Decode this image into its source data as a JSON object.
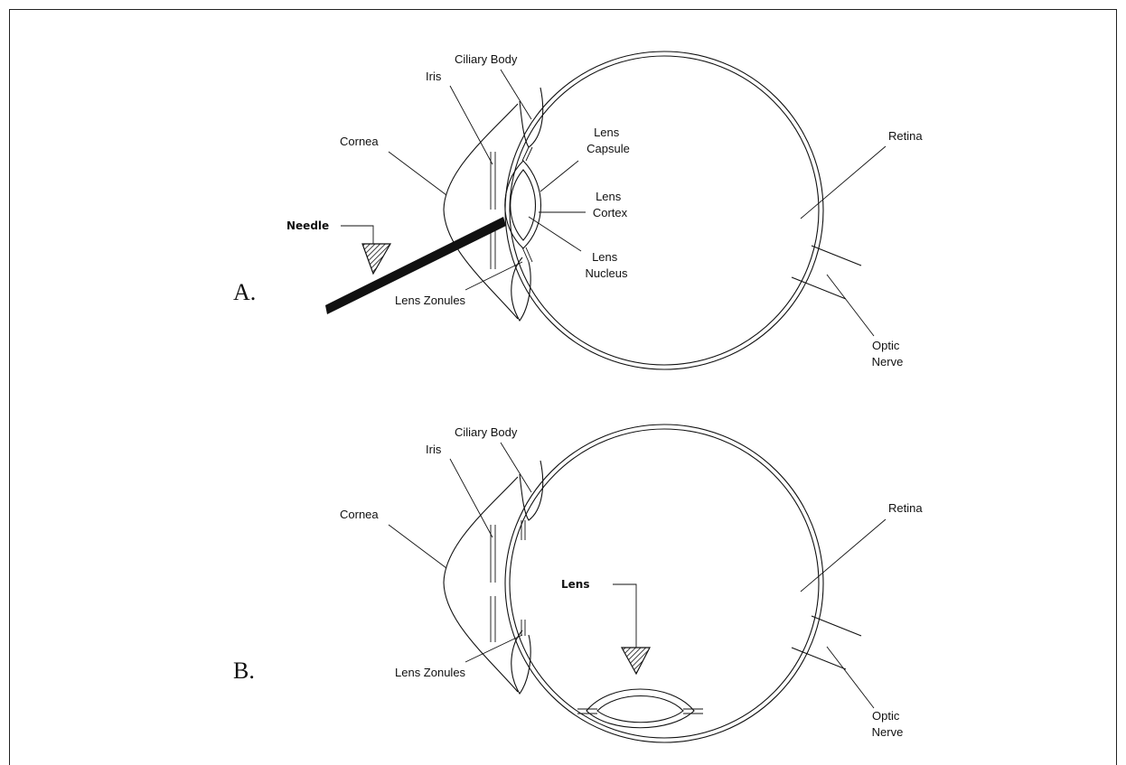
{
  "diagram": {
    "panels": [
      {
        "id": "A",
        "panel_label": "A.",
        "labels": {
          "ciliary_body": "Ciliary Body",
          "iris": "Iris",
          "cornea": "Cornea",
          "lens_capsule": [
            "Lens",
            "Capsule"
          ],
          "lens_cortex": [
            "Lens",
            "Cortex"
          ],
          "lens_nucleus": [
            "Lens",
            "Nucleus"
          ],
          "lens_zonules": "Lens Zonules",
          "retina": "Retina",
          "optic_nerve": [
            "Optic",
            "Nerve"
          ],
          "needle": "Needle"
        }
      },
      {
        "id": "B",
        "panel_label": "B.",
        "labels": {
          "ciliary_body": "Ciliary Body",
          "iris": "Iris",
          "cornea": "Cornea",
          "lens_zonules": "Lens Zonules",
          "retina": "Retina",
          "optic_nerve": [
            "Optic",
            "Nerve"
          ],
          "lens": "Lens"
        }
      }
    ],
    "colors": {
      "ink": "#111111",
      "background": "#ffffff"
    }
  }
}
